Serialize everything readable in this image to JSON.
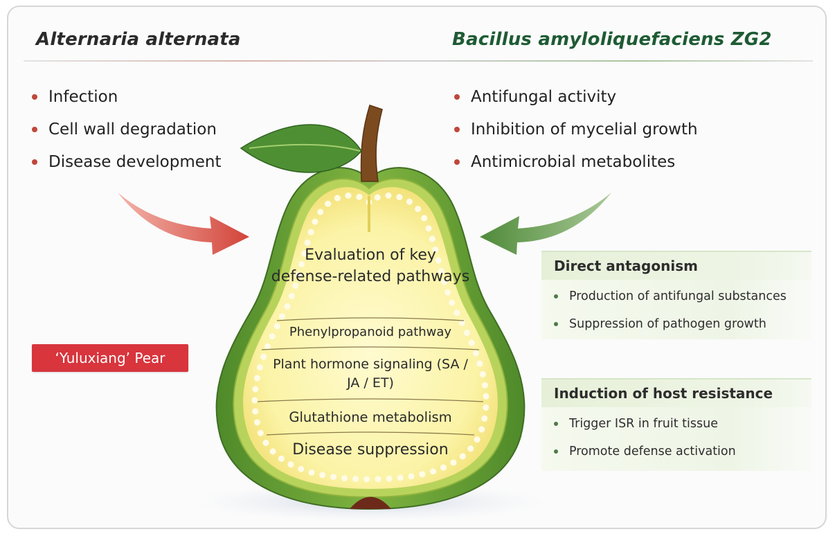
{
  "left": {
    "title": "Alternaria alternata",
    "bullets": [
      "Infection",
      "Cell wall degradation",
      "Disease development"
    ]
  },
  "right": {
    "title": "Bacillus amyloliquefaciens ZG2",
    "bullets": [
      "Antifungal activity",
      "Inhibition of mycelial growth",
      "Antimicrobial metabolites"
    ]
  },
  "pear_label": "‘Yuluxiang’ Pear",
  "pathways": {
    "evaluation": "Evaluation of key defense-related pathways",
    "phenylpropanoid": "Phenylpropanoid pathway",
    "hormone": "Plant hormone signaling (SA / JA / ET)",
    "glutathione": "Glutathione metabolism",
    "disease": "Disease suppression"
  },
  "panels": {
    "direct": {
      "heading": "Direct antagonism",
      "items": [
        "Production of antifungal substances",
        "Suppression of pathogen growth"
      ]
    },
    "induction": {
      "heading": "Induction of host resistance",
      "items": [
        "Trigger ISR in fruit tissue",
        "Promote defense activation"
      ]
    }
  },
  "colors": {
    "pathogen_red": "#d8353d",
    "antagonist_green": "#1e5b34",
    "pear_skin": "#6ea337",
    "pear_flesh": "#fbf6b0"
  }
}
